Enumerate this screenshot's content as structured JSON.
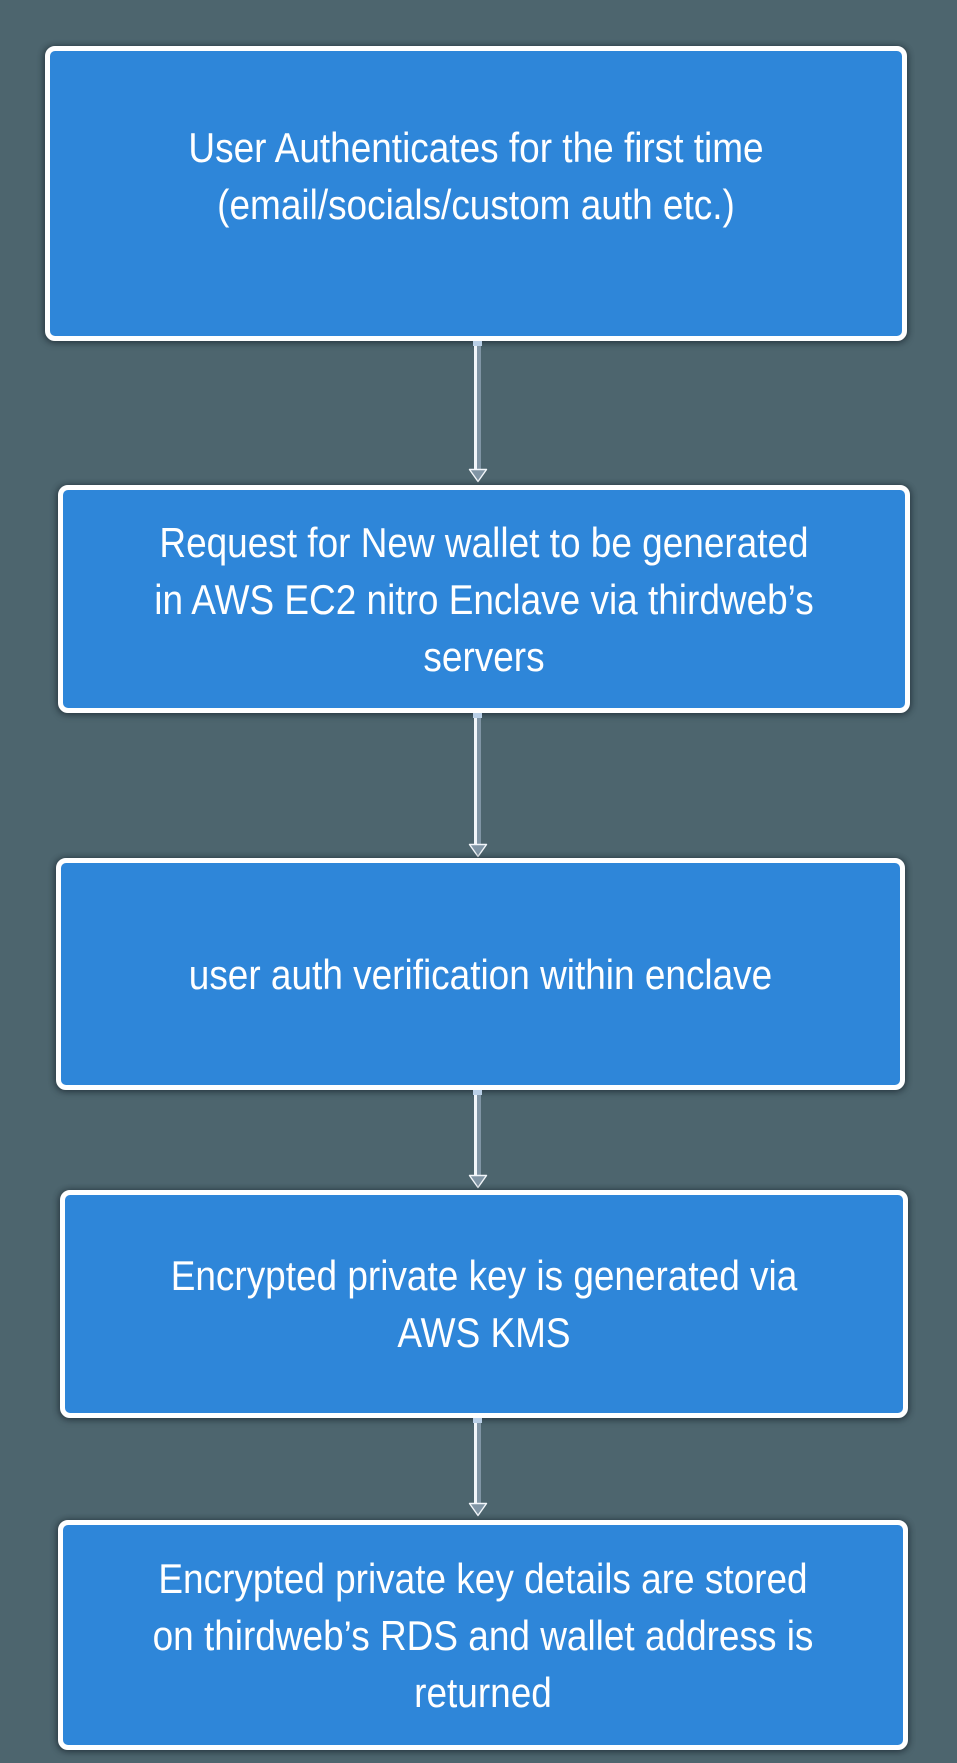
{
  "colors": {
    "background": "#4D656E",
    "box_fill": "#2E86D9",
    "box_border": "#FFFFFF",
    "text": "#FFFFFF",
    "arrow_light": "#F2F6FA",
    "arrow_dark": "#8095A5",
    "arrow_cap": "#B9CFE6"
  },
  "steps": [
    {
      "name": "step-1",
      "lines": [
        "User Authenticates for the first time",
        "(email/socials/custom auth etc.)"
      ]
    },
    {
      "name": "step-2",
      "lines": [
        "Request for New wallet to be generated",
        "in AWS EC2 nitro Enclave via thirdweb’s",
        "servers"
      ]
    },
    {
      "name": "step-3",
      "lines": [
        "user auth verification within enclave"
      ]
    },
    {
      "name": "step-4",
      "lines": [
        "Encrypted private key is generated via",
        "AWS KMS"
      ]
    },
    {
      "name": "step-5",
      "lines": [
        "Encrypted private key details are stored",
        "on thirdweb’s RDS and wallet address is",
        "returned"
      ]
    }
  ]
}
